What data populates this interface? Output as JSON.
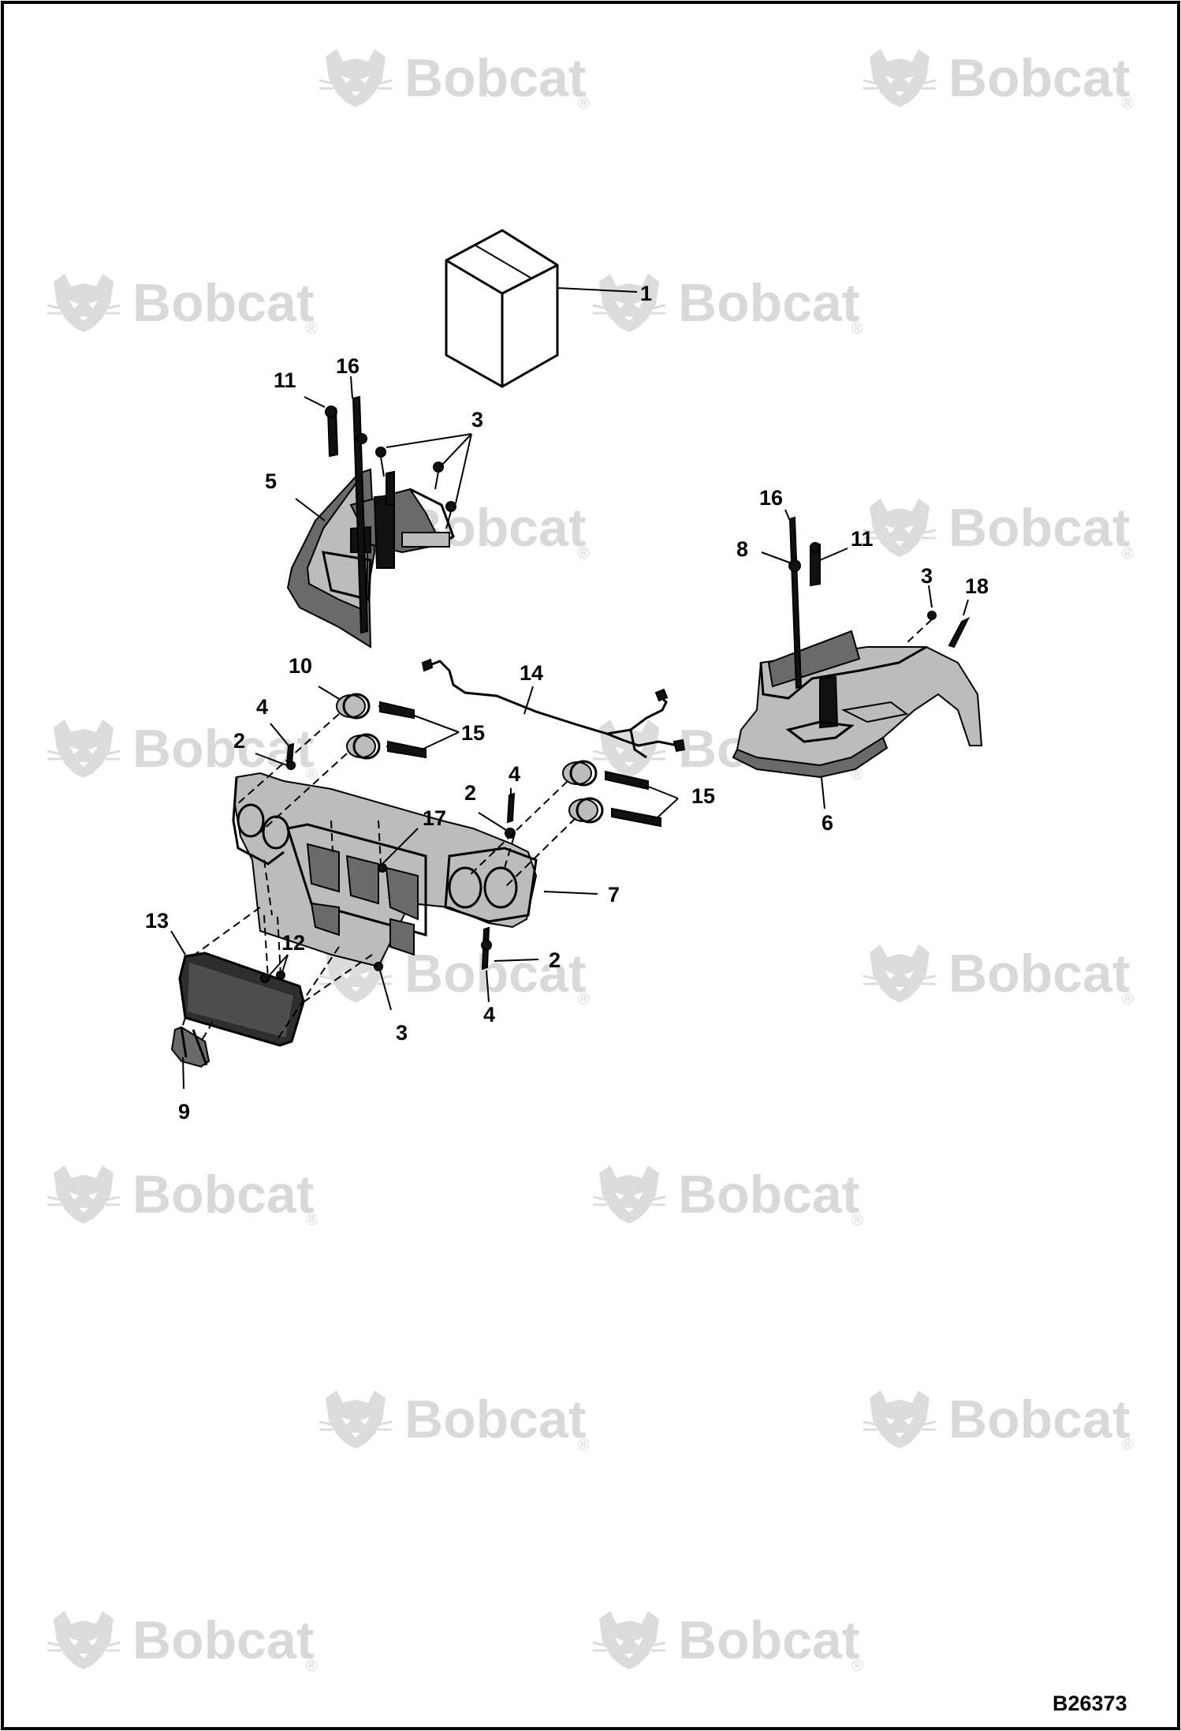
{
  "watermark": {
    "brand": "Bobcat",
    "registered_mark": "®",
    "logo_icon": "bobcat-head-icon",
    "color": "#d9d9d9"
  },
  "figure_code": "B26373",
  "callouts": [
    {
      "id": "c1",
      "label": "1"
    },
    {
      "id": "c16a",
      "label": "16"
    },
    {
      "id": "c11a",
      "label": "11"
    },
    {
      "id": "c3a",
      "label": "3"
    },
    {
      "id": "c5",
      "label": "5"
    },
    {
      "id": "c16b",
      "label": "16"
    },
    {
      "id": "c8",
      "label": "8"
    },
    {
      "id": "c11b",
      "label": "11"
    },
    {
      "id": "c3b",
      "label": "3"
    },
    {
      "id": "c18",
      "label": "18"
    },
    {
      "id": "c10",
      "label": "10"
    },
    {
      "id": "c14",
      "label": "14"
    },
    {
      "id": "c4a",
      "label": "4"
    },
    {
      "id": "c2a",
      "label": "2"
    },
    {
      "id": "c15a",
      "label": "15"
    },
    {
      "id": "c4b",
      "label": "4"
    },
    {
      "id": "c2b",
      "label": "2"
    },
    {
      "id": "c15b",
      "label": "15"
    },
    {
      "id": "c17",
      "label": "17"
    },
    {
      "id": "c6",
      "label": "6"
    },
    {
      "id": "c7",
      "label": "7"
    },
    {
      "id": "c13",
      "label": "13"
    },
    {
      "id": "c12",
      "label": "12"
    },
    {
      "id": "c2c",
      "label": "2"
    },
    {
      "id": "c3c",
      "label": "3"
    },
    {
      "id": "c4c",
      "label": "4"
    },
    {
      "id": "c9",
      "label": "9"
    }
  ]
}
